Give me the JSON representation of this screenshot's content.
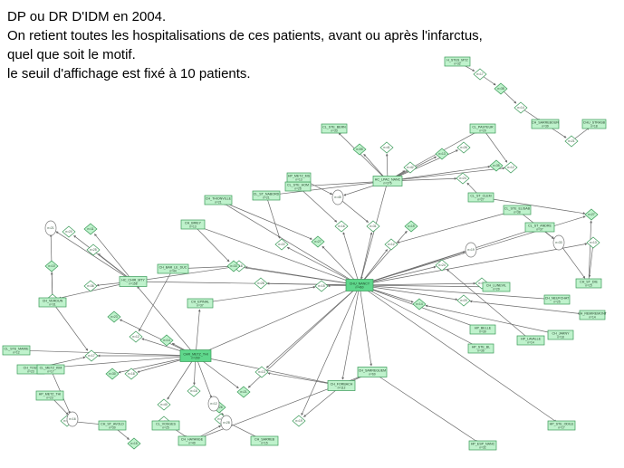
{
  "caption": {
    "lines": [
      "DP ou DR D'IDM en 2004.",
      "On retient toutes les hospitalisations de ces patients, avant ou après l'infarctus,",
      "quel que soit le motif.",
      "le seuil d'affichage est fixé à 10 patients."
    ]
  },
  "colors": {
    "box_fill": "#bff2cc",
    "box_main_fill": "#5fd88c",
    "border": "#3a9a58",
    "edge": "#6a6a6a"
  },
  "graph": {
    "boxes": [
      {
        "id": "chu_nancy",
        "label": "CHU_NANCY",
        "sub": "n=460"
      },
      {
        "id": "chr_metz_thi",
        "label": "CHR_METZ_THI",
        "sub": "n=269"
      },
      {
        "id": "hc_chir_mty",
        "label": "HC_CHIR_MTY",
        "sub": "n=158"
      },
      {
        "id": "hc_lpac_nanc",
        "label": "HC_LPAC_NANC",
        "sub": "n=276"
      },
      {
        "id": "ch_forbach",
        "label": "CH_FORBACH",
        "sub": "n=112"
      },
      {
        "id": "ch_sarreguem",
        "label": "CH_SARREGUEM",
        "sub": "n=60"
      },
      {
        "id": "h_stes_mtz",
        "label": "H_STES_MTZ",
        "sub": "n=32"
      },
      {
        "id": "ch_sarrebour",
        "label": "CH_SARREBOUR",
        "sub": "n=39"
      },
      {
        "id": "chu_strasb",
        "label": "CHU_STRASB",
        "sub": "n=18"
      },
      {
        "id": "cl_ste_bern",
        "label": "CL_STE_BERN",
        "sub": "n=33"
      },
      {
        "id": "cl_pasteur",
        "label": "CL_PASTEUR",
        "sub": "n=29"
      },
      {
        "id": "cl_ste_hom",
        "label": "CL_STE_HOM",
        "sub": "n=26"
      },
      {
        "id": "cl_saint_nabord",
        "label": "CL_ST_NABORD",
        "sub": "n=21"
      },
      {
        "id": "ch_thionville",
        "label": "CH_THIONVILLE",
        "sub": "n=21"
      },
      {
        "id": "cl_st_clem",
        "label": "CL_ST_CLEM",
        "sub": "n=27"
      },
      {
        "id": "cl_ste_elisab",
        "label": "CL_STE_ELISAB",
        "sub": "n=38"
      },
      {
        "id": "cl_st_andre",
        "label": "CL_ST_ANDRE",
        "sub": "n=37"
      },
      {
        "id": "ch_bar_le_duc",
        "label": "CH_BAR_LE_DUC",
        "sub": "n=44"
      },
      {
        "id": "ch_briey",
        "label": "CH_BRIEY",
        "sub": "n=13"
      },
      {
        "id": "ch_epinal",
        "label": "CH_EPINAL",
        "sub": "n=37"
      },
      {
        "id": "ch_verdun",
        "label": "CH_VERDUN",
        "sub": "n=31"
      },
      {
        "id": "cl_ste_marie",
        "label": "CL_STE_MARIE",
        "sub": "n=12"
      },
      {
        "id": "ch_toul",
        "label": "CH_TOUL",
        "sub": "n=23"
      },
      {
        "id": "ch_lunevil",
        "label": "CH_LUNEVIL",
        "sub": "n=29"
      },
      {
        "id": "ch_st_die",
        "label": "CH_ST_DIE",
        "sub": "n=15"
      },
      {
        "id": "ch_remiremont",
        "label": "CH_REMIREMONT",
        "sub": "n=14"
      },
      {
        "id": "ch_neufchat",
        "label": "CH_NEUFCHAT",
        "sub": "n=25"
      },
      {
        "id": "ch_jarny",
        "label": "CH_JARNY",
        "sub": "n=18"
      },
      {
        "id": "hp_ste_bl",
        "label": "HP_STE_BL",
        "sub": "n=36"
      },
      {
        "id": "hp_belle",
        "label": "HP_BELLE",
        "sub": "n=39"
      },
      {
        "id": "hp_lavalle",
        "label": "HP_LAVALLE",
        "sub": "n=14"
      },
      {
        "id": "cl_metz_kim",
        "label": "CL_METZ_KIM",
        "sub": "n=17"
      },
      {
        "id": "hp_metz_thi",
        "label": "HP_METZ_THI",
        "sub": "n=23"
      },
      {
        "id": "ch_st_avold",
        "label": "CH_ST_AVOLD",
        "sub": "n=30"
      },
      {
        "id": "cl_vosges",
        "label": "CL_VOSGES",
        "sub": "n=25"
      },
      {
        "id": "ch_hayange",
        "label": "CH_HAYANGE",
        "sub": "n=49"
      },
      {
        "id": "ch_sarreb_2",
        "label": "CH_SARREB",
        "sub": "n=15"
      },
      {
        "id": "hp_esp_nanc",
        "label": "HP_ESP_NANC",
        "sub": "n=32"
      },
      {
        "id": "hp_ste_odile",
        "label": "HP_STE_ODILE",
        "sub": "n=17"
      },
      {
        "id": "hp_metz_ms",
        "label": "HP_METZ_MS",
        "sub": "n=13"
      }
    ],
    "nodes": [
      {
        "kind": "dia",
        "label": "n=55"
      },
      {
        "kind": "dia",
        "label": "n=41"
      },
      {
        "kind": "dia",
        "label": "n=26"
      },
      {
        "kind": "dia",
        "label": "n=13"
      },
      {
        "kind": "dia",
        "label": "n=42"
      },
      {
        "kind": "dia",
        "label": "n=17"
      },
      {
        "kind": "dia",
        "label": "n=38"
      },
      {
        "kind": "dia",
        "label": "n=14"
      },
      {
        "kind": "dia",
        "label": "n=21"
      },
      {
        "kind": "dia",
        "label": "n=35"
      },
      {
        "kind": "dia",
        "label": "n=12"
      },
      {
        "kind": "dia",
        "label": "n=24"
      },
      {
        "kind": "dia",
        "label": "n=19"
      },
      {
        "kind": "dia",
        "label": "n=31"
      },
      {
        "kind": "dia",
        "label": "n=16"
      },
      {
        "kind": "dia",
        "label": "n=27"
      },
      {
        "kind": "dia",
        "label": "n=22"
      },
      {
        "kind": "dia",
        "label": "n=18"
      },
      {
        "kind": "dia",
        "label": "n=33"
      },
      {
        "kind": "dia",
        "label": "n=15"
      },
      {
        "kind": "dia",
        "label": "n=28"
      },
      {
        "kind": "dia",
        "label": "n=11"
      },
      {
        "kind": "dia",
        "label": "n=20"
      },
      {
        "kind": "dia",
        "label": "n=25"
      },
      {
        "kind": "dia",
        "label": "n=10"
      },
      {
        "kind": "dia",
        "label": "n=36"
      },
      {
        "kind": "dia",
        "label": "n=29"
      },
      {
        "kind": "dia",
        "label": "n=23"
      },
      {
        "kind": "dia",
        "label": "n=12"
      },
      {
        "kind": "dia",
        "label": "n=18"
      },
      {
        "kind": "dia",
        "label": "n=14"
      },
      {
        "kind": "dia",
        "label": "n=40"
      },
      {
        "kind": "dia",
        "label": "n=16"
      },
      {
        "kind": "dia",
        "label": "n=21"
      },
      {
        "kind": "dia",
        "label": "n=13"
      },
      {
        "kind": "dia",
        "label": "n=19"
      },
      {
        "kind": "dia",
        "label": "n=26"
      },
      {
        "kind": "dia",
        "label": "n=11"
      },
      {
        "kind": "dia",
        "label": "n=34"
      },
      {
        "kind": "dia",
        "label": "n=15"
      },
      {
        "kind": "dia",
        "label": "n=22"
      },
      {
        "kind": "dia",
        "label": "n=17"
      },
      {
        "kind": "dia",
        "label": "n=30"
      },
      {
        "kind": "dia",
        "label": "n=12"
      },
      {
        "kind": "dia",
        "label": "n=24"
      },
      {
        "kind": "dia",
        "label": "n=14"
      },
      {
        "kind": "dia",
        "label": "n=20"
      },
      {
        "kind": "dia",
        "label": "n=18"
      },
      {
        "kind": "dia",
        "label": "n=27"
      },
      {
        "kind": "dia",
        "label": "n=13"
      },
      {
        "kind": "ell",
        "label": "n=45"
      },
      {
        "kind": "ell",
        "label": "n=33"
      },
      {
        "kind": "ell",
        "label": "n=21"
      },
      {
        "kind": "ell",
        "label": "n=16"
      },
      {
        "kind": "ell",
        "label": "n=28"
      },
      {
        "kind": "ell",
        "label": "n=12"
      },
      {
        "kind": "ell",
        "label": "n=19"
      }
    ]
  }
}
